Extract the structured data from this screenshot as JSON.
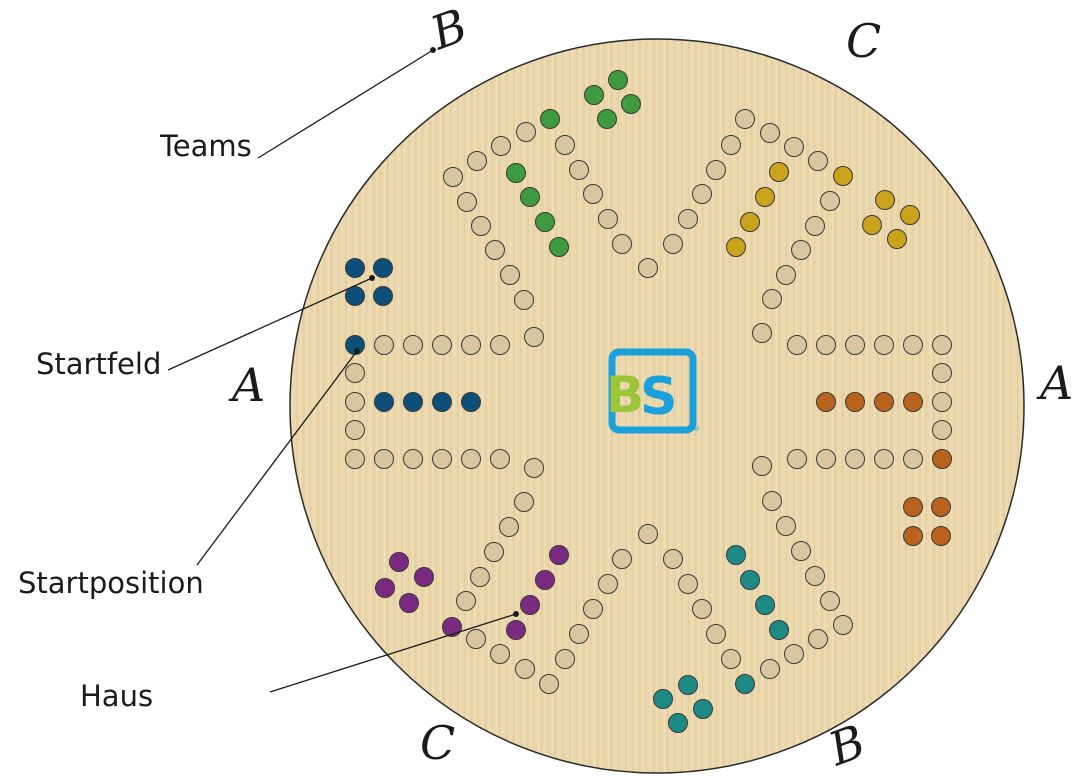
{
  "labels": {
    "teams": "Teams",
    "startfeld": "Startfeld",
    "startposition": "Startposition",
    "haus": "Haus"
  },
  "team_letters": {
    "top_left": "B",
    "top_right": "C",
    "left": "A",
    "right": "A",
    "bottom_left": "C",
    "bottom_right": "B"
  },
  "logo": {
    "text_b": "B",
    "text_s": "S",
    "mark": "®"
  },
  "colors": {
    "board": "#e9d6ab",
    "hole": "#d8c79e",
    "green": "#3e9a3e",
    "yellow": "#caa21c",
    "blue": "#0d4f78",
    "orange": "#b8621e",
    "purple": "#7a2a80",
    "teal": "#1d8a86",
    "logo_frame": "#1aa0dc",
    "logo_b": "#9bc63a",
    "logo_s": "#1aa0dc"
  }
}
